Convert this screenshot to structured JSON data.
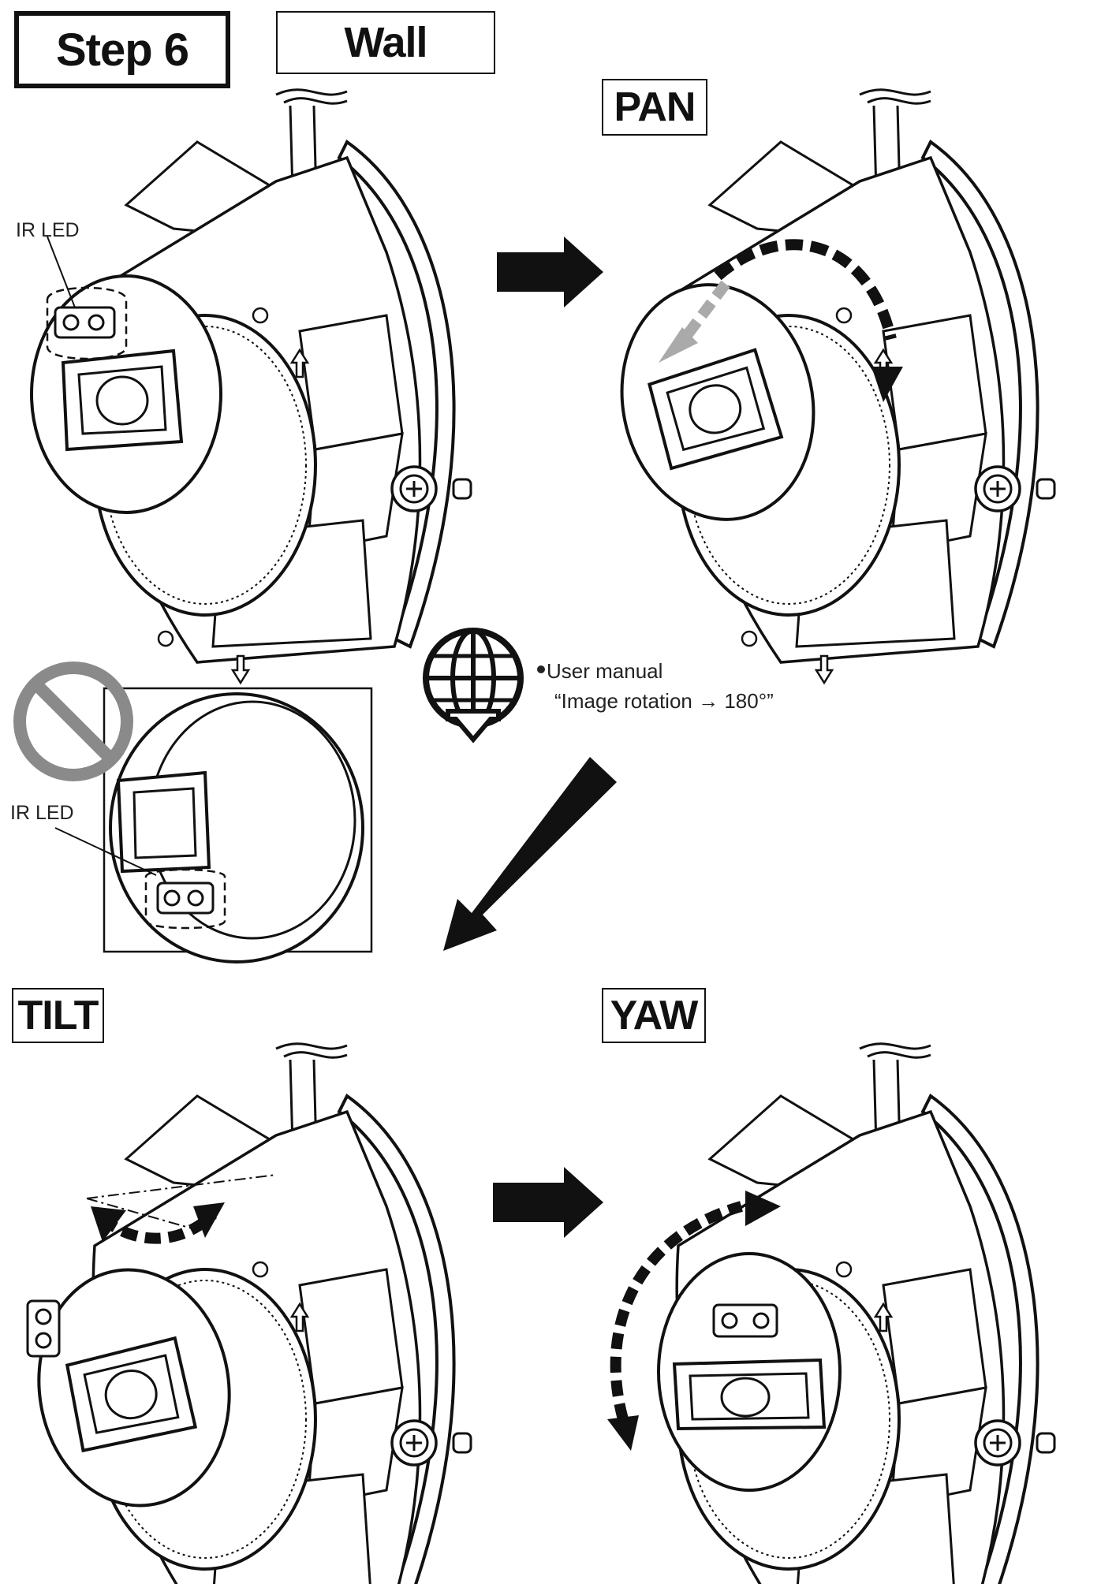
{
  "step_label": "Step 6",
  "mount_label": "Wall",
  "panels": {
    "pan": "PAN",
    "tilt": "TILT",
    "yaw": "YAW"
  },
  "ir_led_label": "IR LED",
  "manual_note": {
    "line1": "User manual",
    "line2": "“Image rotation → 180°”"
  },
  "icons": [
    "globe-download-icon",
    "prohibited-icon",
    "arrow-right-icon",
    "arrow-down-left-icon"
  ],
  "colors": {
    "ink": "#111111",
    "prohibit": "#8a8a8a",
    "pan_secondary": "#b0b0b0"
  }
}
